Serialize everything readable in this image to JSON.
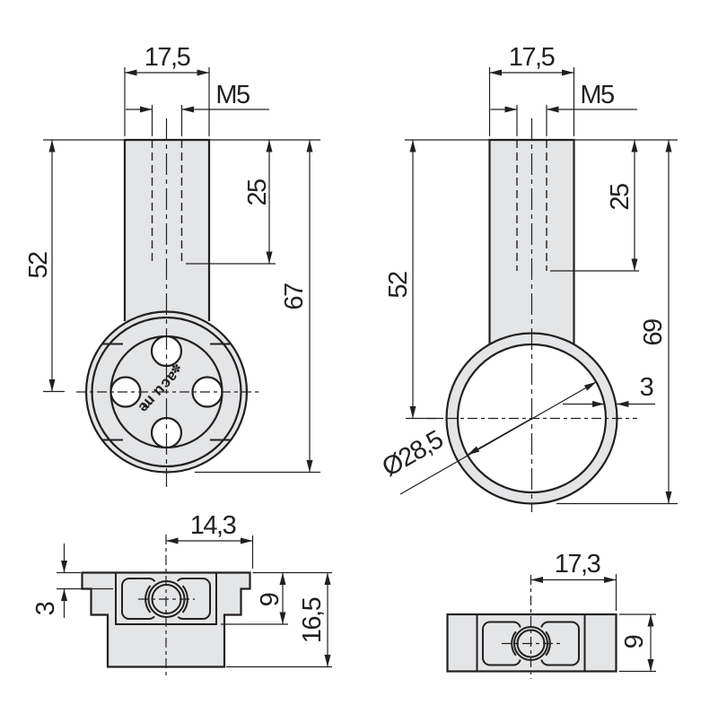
{
  "drawing": {
    "colors": {
      "line": "#231f20",
      "fill": "#e4e5e6",
      "background": "#ffffff"
    },
    "logo": {
      "text": "emuca",
      "symbol": "✽"
    },
    "front_left_view": {
      "width": "17,5",
      "thread": "M5",
      "thread_depth": "25",
      "center_height": "52",
      "total_height": "67"
    },
    "front_right_view": {
      "width": "17,5",
      "thread": "M5",
      "thread_depth": "25",
      "center_height": "52",
      "total_height": "69",
      "wall_thickness": "3",
      "tube_diameter": "Ø28,5"
    },
    "section_left_view": {
      "half_width": "14,3",
      "flange_thickness": "3",
      "inner_height": "9",
      "total_height": "16,5"
    },
    "section_right_view": {
      "width": "17,3",
      "height": "9"
    }
  }
}
